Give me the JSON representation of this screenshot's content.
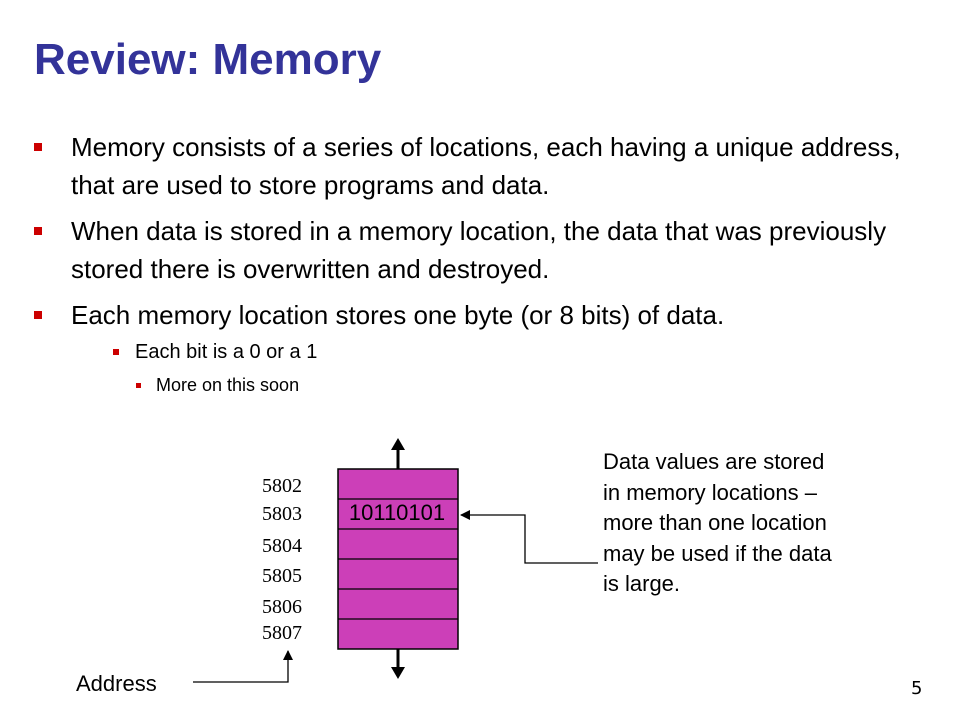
{
  "slide": {
    "title": "Review: Memory",
    "bullets": [
      "Memory consists of a series of locations, each having a unique address, that are used to store programs and data.",
      "When data is stored in a memory location, the data that was previously stored there is overwritten and destroyed.",
      "Each memory location stores one byte (or 8 bits) of data."
    ],
    "sub_bullet": "Each bit is a 0 or a 1",
    "sub_sub_bullet": "More on this soon",
    "page_number": "5"
  },
  "diagram": {
    "addresses": [
      "5802",
      "5803",
      "5804",
      "5805",
      "5806",
      "5807"
    ],
    "cell_value": "10110101",
    "description": "Data values are stored in memory locations – more than one location may be used if the data is large.",
    "address_caption": "Address",
    "colors": {
      "title": "#333399",
      "bullet": "#cc0000",
      "cell_fill": "#cc3fb8"
    }
  }
}
